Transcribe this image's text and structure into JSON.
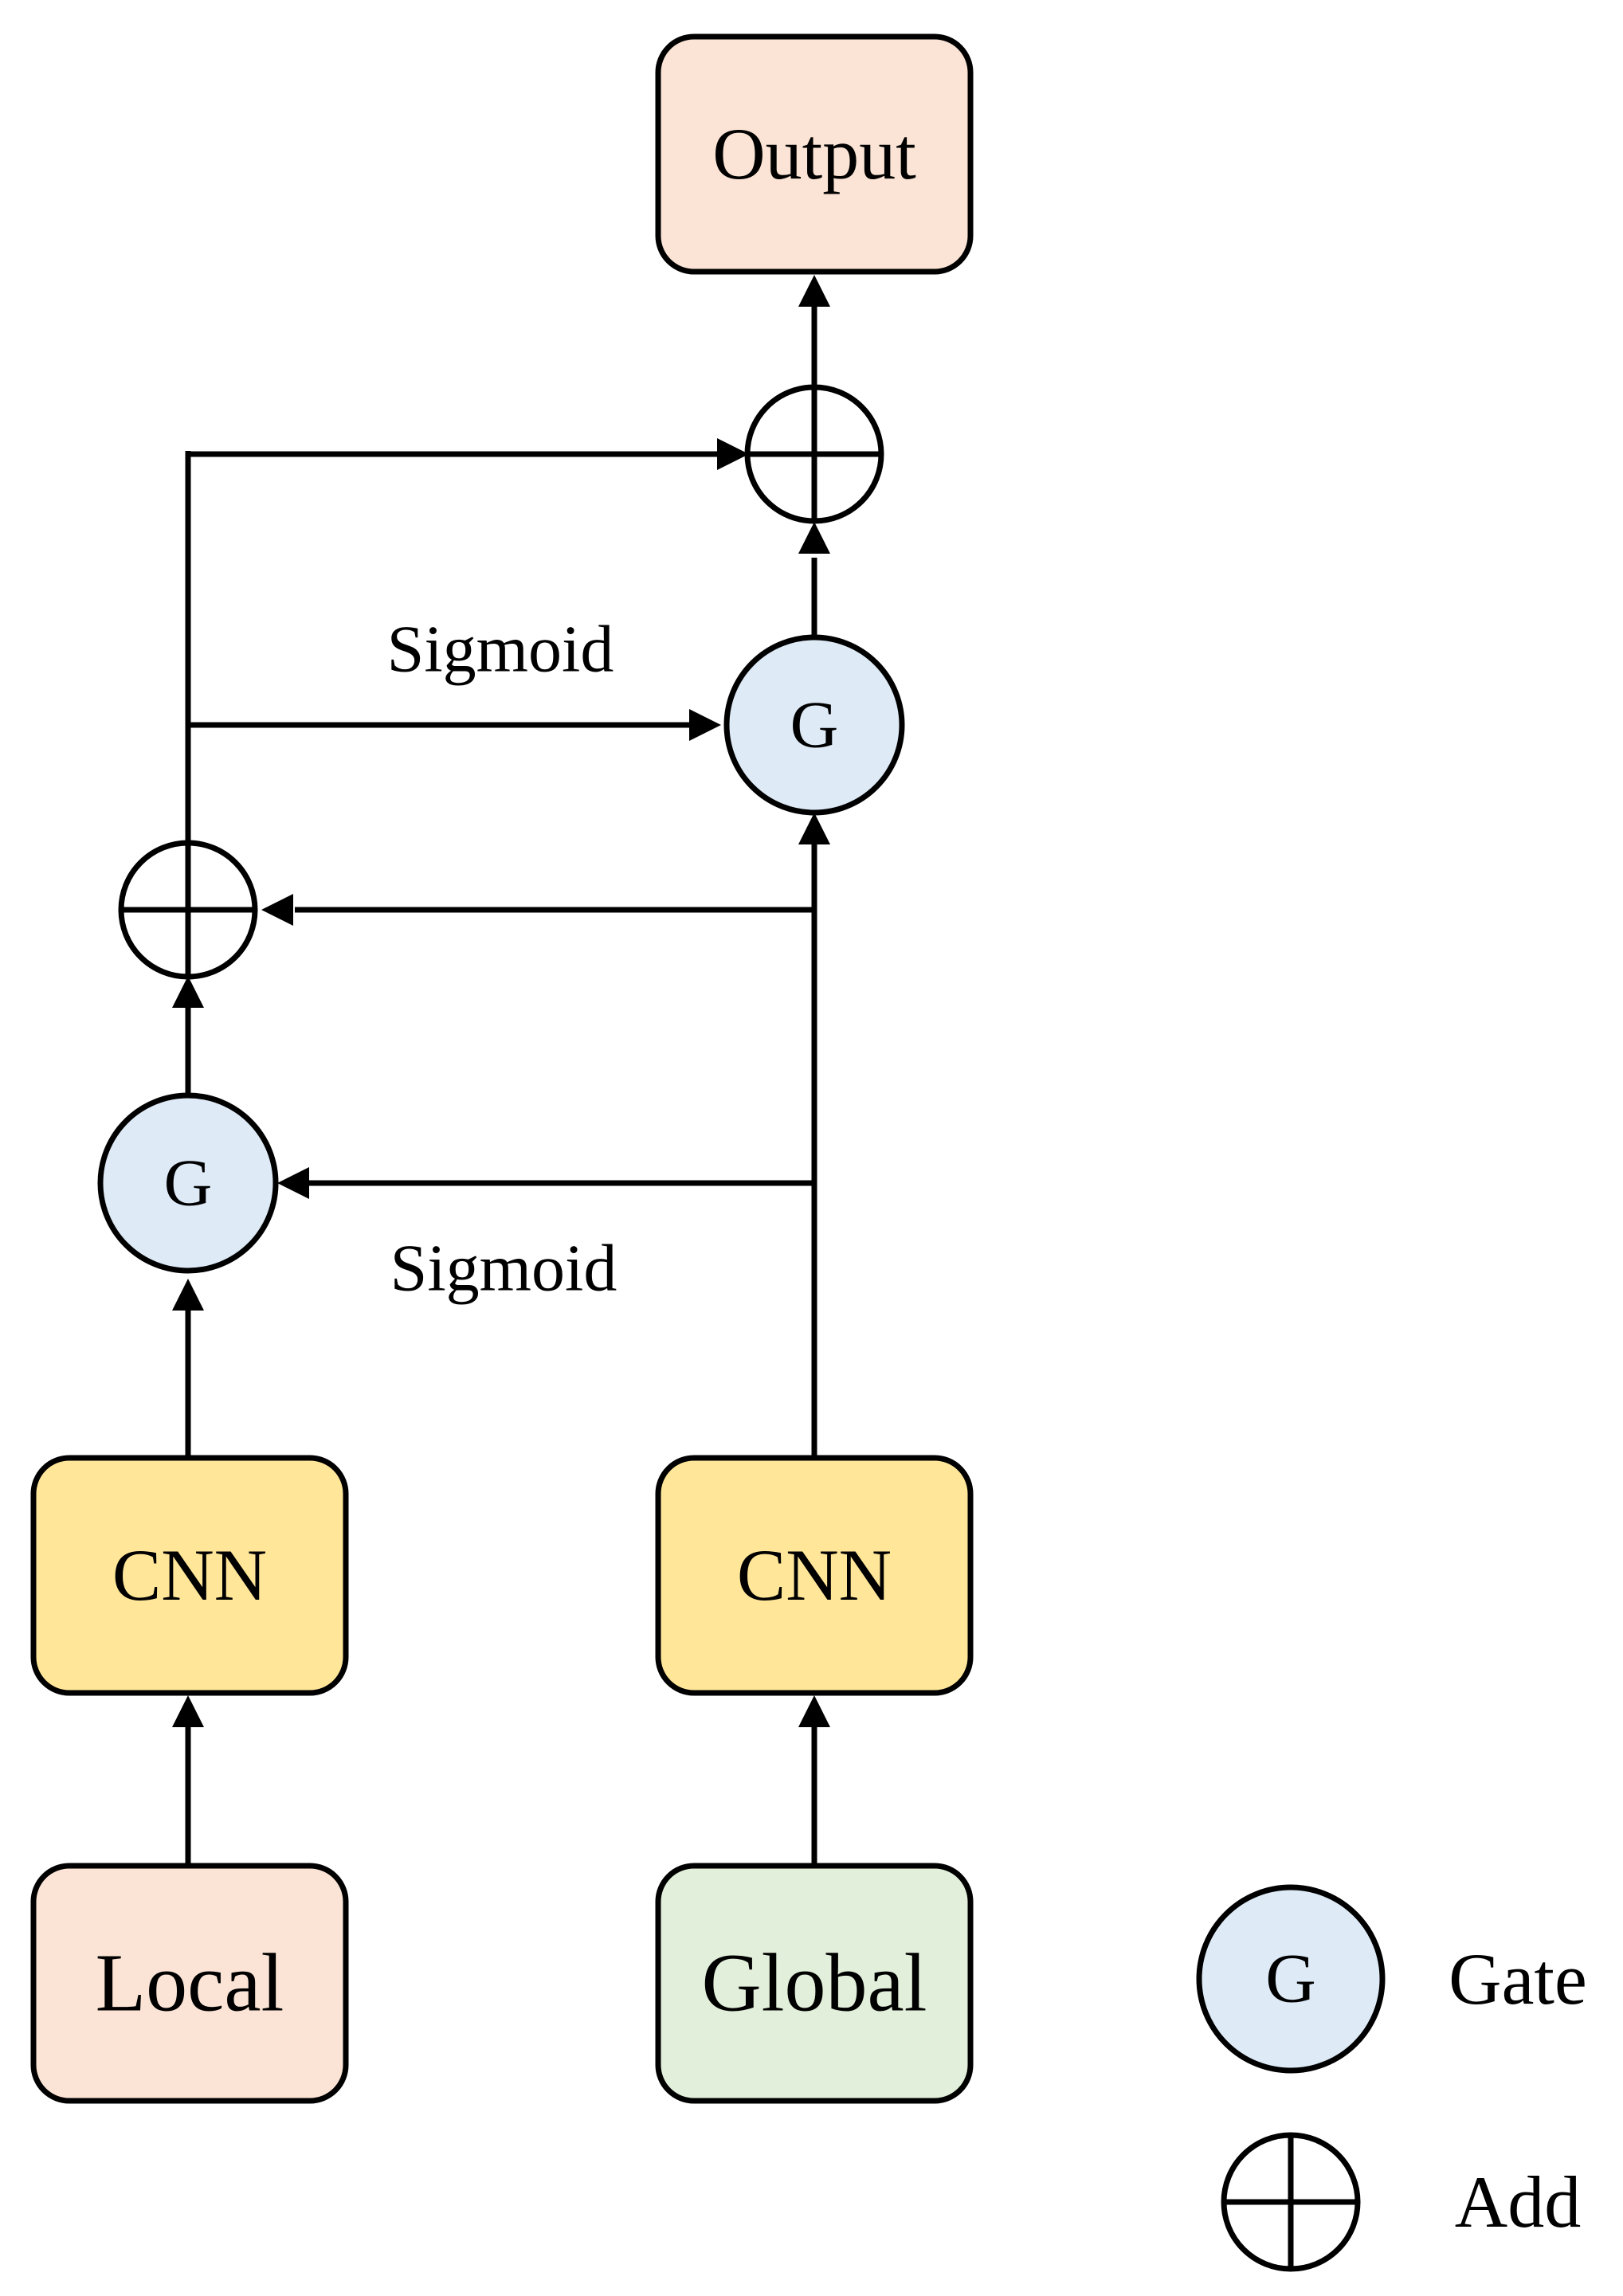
{
  "nodes": {
    "output": {
      "label": "Output",
      "fill": "#fbe4d5"
    },
    "cnn_left": {
      "label": "CNN",
      "fill": "#ffe699"
    },
    "cnn_right": {
      "label": "CNN",
      "fill": "#ffe699"
    },
    "local": {
      "label": "Local",
      "fill": "#fbe4d5"
    },
    "global": {
      "label": "Global",
      "fill": "#e2efda"
    },
    "gate_left": {
      "label": "G",
      "fill": "#deebf7"
    },
    "gate_right": {
      "label": "G",
      "fill": "#deebf7"
    }
  },
  "edge_labels": {
    "sigmoid_top": "Sigmoid",
    "sigmoid_bottom": "Sigmoid"
  },
  "legend": {
    "gate_symbol": "G",
    "gate_label": "Gate",
    "add_label": "Add",
    "gate_fill": "#deebf7"
  }
}
